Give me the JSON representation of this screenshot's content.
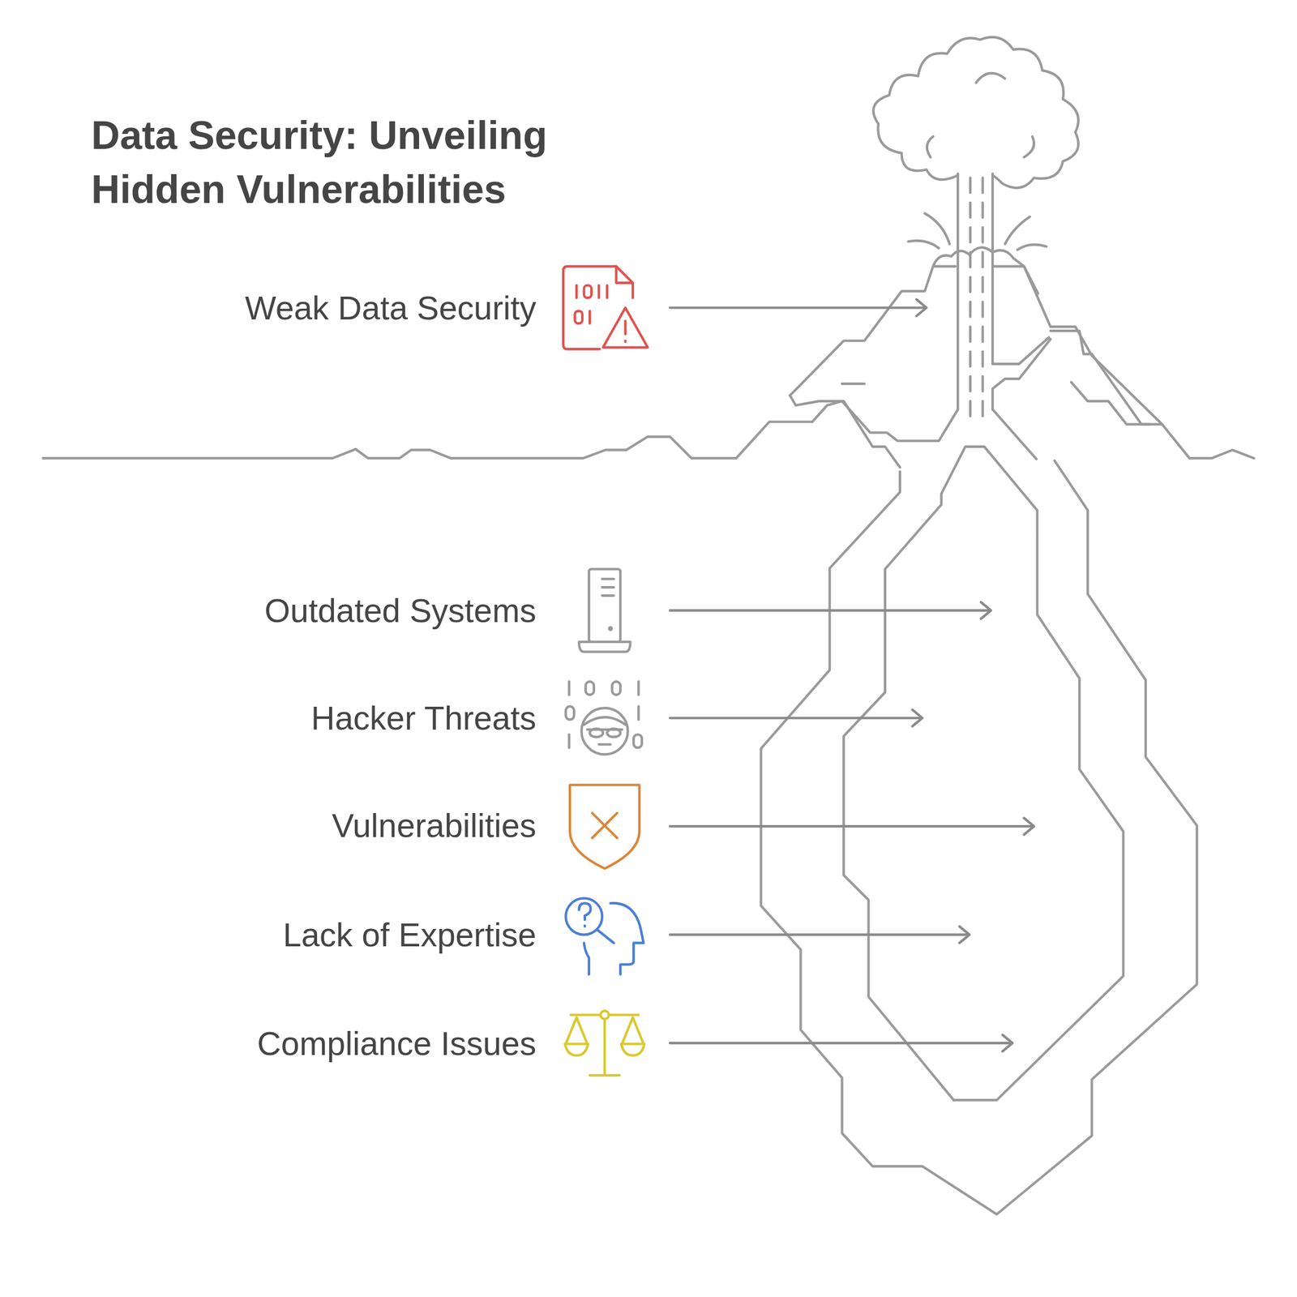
{
  "diagram": {
    "title": "Data Security: Unveiling Hidden Vulnerabilities",
    "labels": [
      "Weak Data Security",
      "Outdated Systems",
      "Hacker Threats",
      "Vulnerabilities",
      "Lack of Expertise",
      "Compliance Issues"
    ]
  }
}
